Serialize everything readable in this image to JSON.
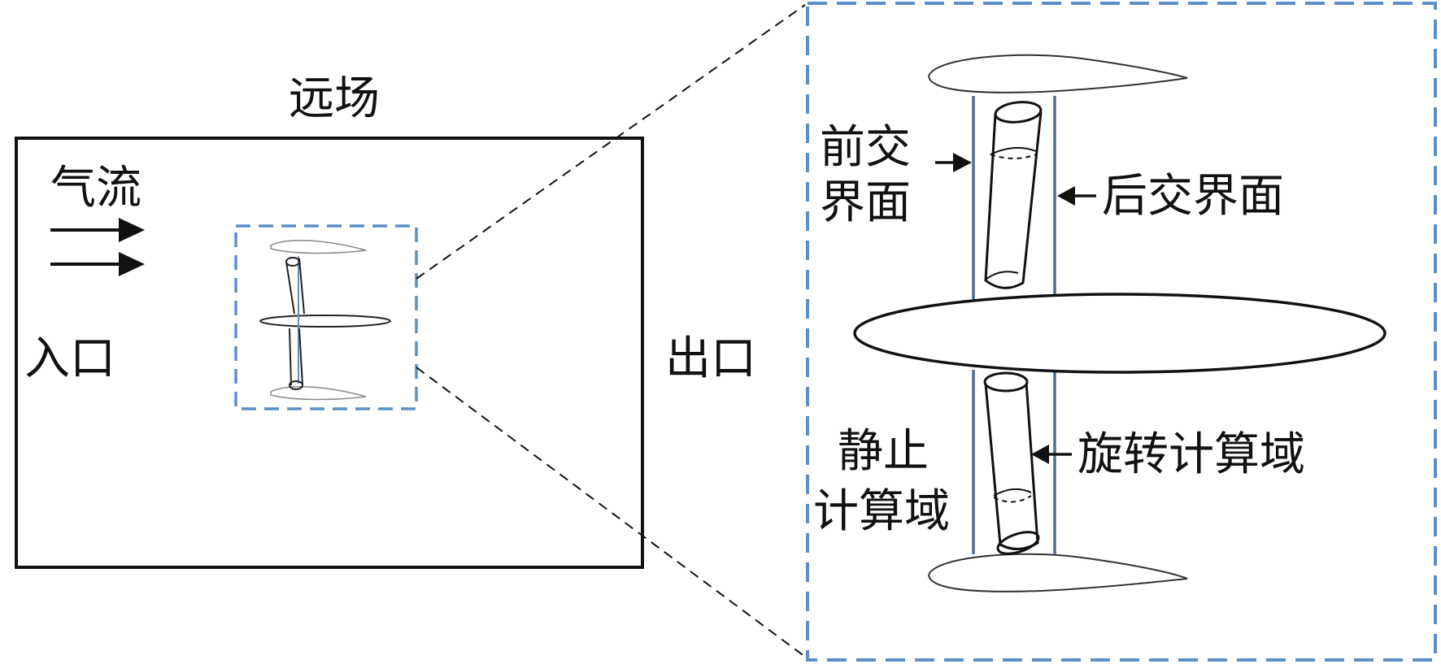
{
  "labels": {
    "far_field": "远场",
    "airflow": "气流",
    "inlet": "入口",
    "outlet": "出口",
    "front_interface_line1": "前交",
    "front_interface_line2": "界面",
    "rear_interface": "后交界面",
    "static_domain_line1": "静止",
    "static_domain_line2": "计算域",
    "rotating_domain": "旋转计算域"
  },
  "colors": {
    "dash_box": "#5b8fc7",
    "interface_line": "#4a6e96",
    "ink": "#111111"
  }
}
